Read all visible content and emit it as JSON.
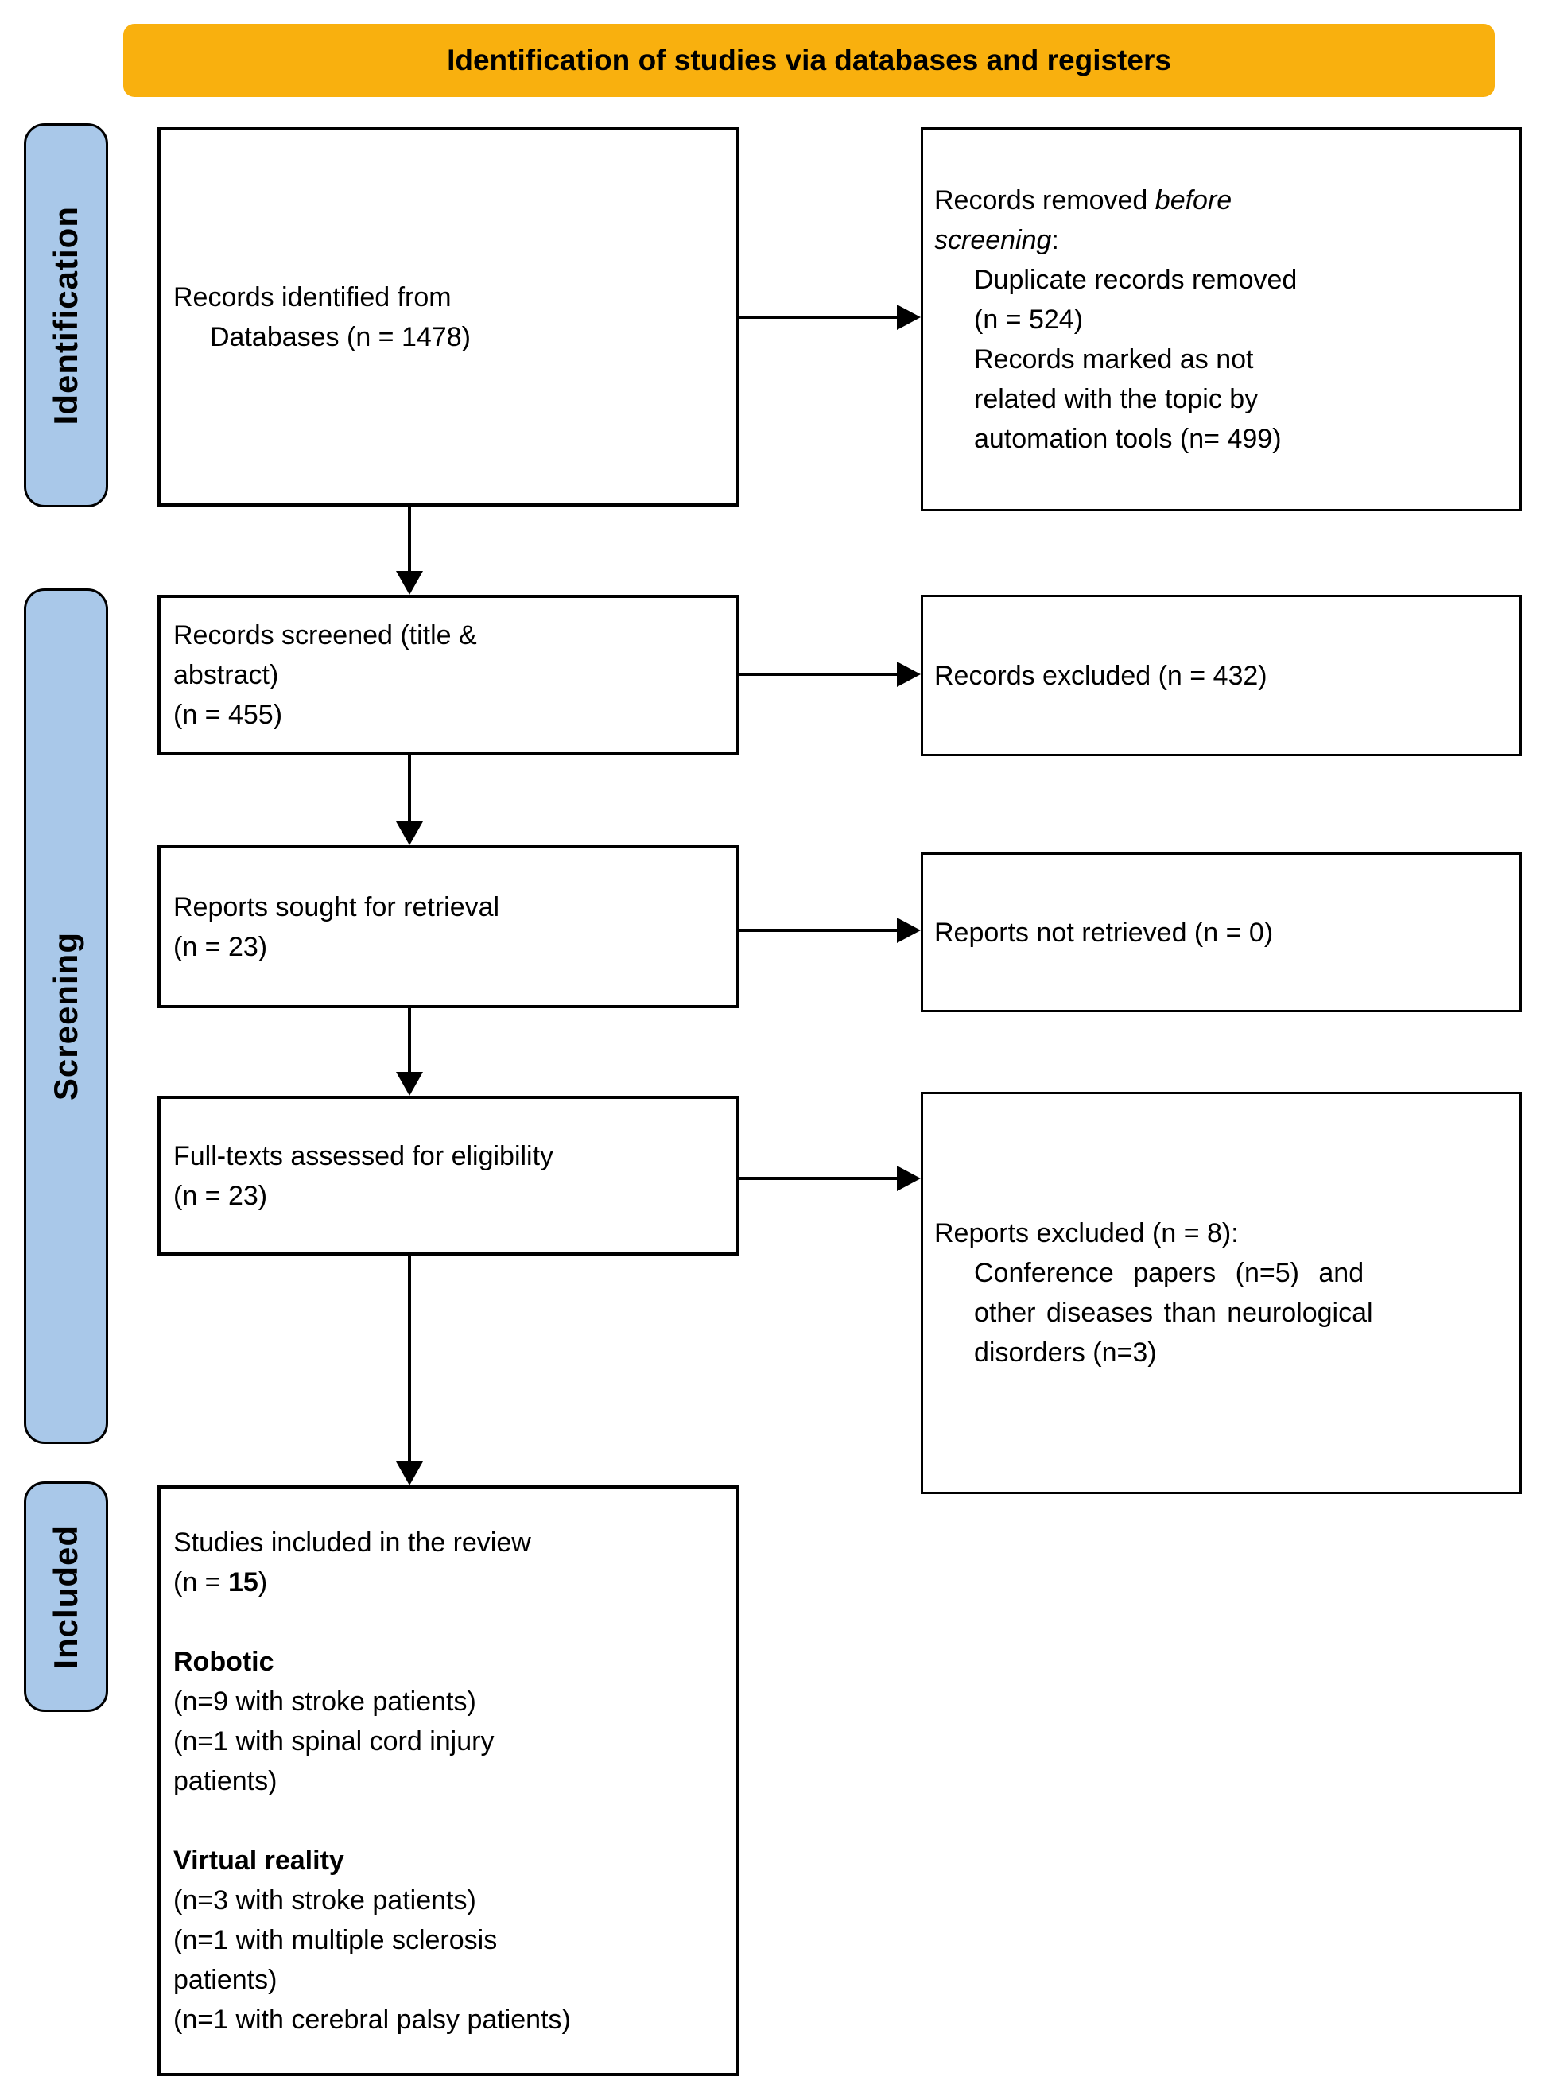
{
  "header": {
    "title": "Identification of studies via databases and registers"
  },
  "sidebar": {
    "identification": "Identification",
    "screening": "Screening",
    "included": "Included"
  },
  "flow": {
    "identified": {
      "line1": "Records identified from",
      "line2": "Databases (n = 1478)"
    },
    "screened": {
      "text": "Records screened (title &\nabstract)\n(n = 455)"
    },
    "retrieval": {
      "text": "Reports sought for retrieval\n(n = 23)"
    },
    "eligibility": {
      "text": "Full-texts assessed for eligibility\n(n = 23)"
    },
    "included_box": {
      "title": "Studies included in the review",
      "n_prefix": "(n = ",
      "n_value": "15",
      "n_suffix": ")",
      "robotic_heading": "Robotic",
      "robotic_details": "(n=9 with stroke patients)\n(n=1 with spinal cord injury\npatients)",
      "vr_heading": "Virtual reality",
      "vr_details": "(n=3 with stroke patients)\n(n=1 with multiple sclerosis\npatients)\n(n=1 with cerebral palsy patients)"
    }
  },
  "exclusions": {
    "removed": {
      "intro_regular": "Records removed ",
      "intro_italic_line1": "before",
      "intro_italic_line2": "screening",
      "intro_colon": ":",
      "item_duplicates": "Duplicate records removed\n(n = 524)",
      "item_automation": "Records marked as not\nrelated with the topic by\nautomation tools (n= 499)"
    },
    "records_excluded": {
      "text": "Records excluded (n = 432)"
    },
    "not_retrieved": {
      "text": "Reports not retrieved (n = 0)"
    },
    "reports_excluded": {
      "heading": "Reports excluded (n = 8):",
      "detail_line1": "Conference papers (n=5) and",
      "detail_line2": "other diseases than neurological",
      "detail_line3": "disorders (n=3)"
    }
  },
  "colors": {
    "banner_orange": "#F9B00E",
    "stage_blue": "#A9C8E9"
  }
}
